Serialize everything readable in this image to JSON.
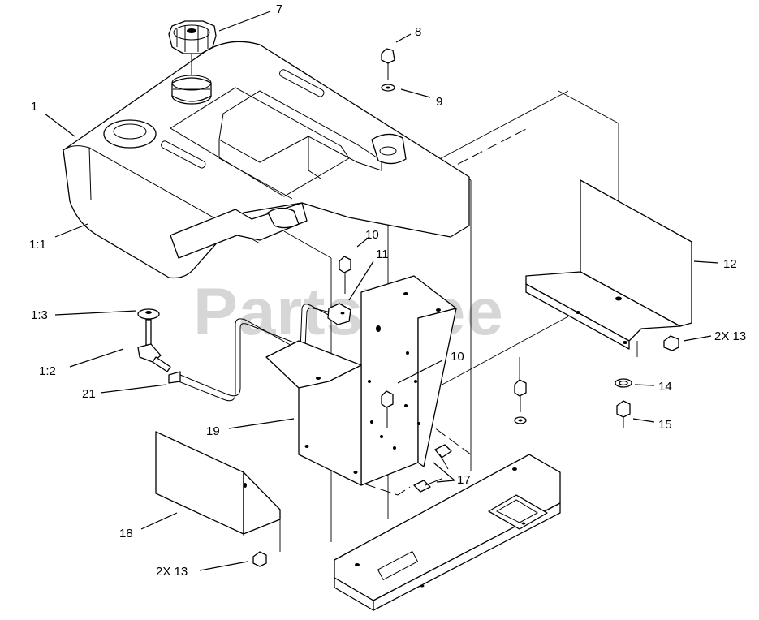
{
  "watermark": {
    "text": "PartsTree",
    "trademark": "TM"
  },
  "callouts": [
    {
      "id": "c7",
      "label": "7"
    },
    {
      "id": "c8",
      "label": "8"
    },
    {
      "id": "c9",
      "label": "9"
    },
    {
      "id": "c1",
      "label": "1"
    },
    {
      "id": "c1-1",
      "label": "1:1"
    },
    {
      "id": "c10a",
      "label": "10"
    },
    {
      "id": "c11",
      "label": "11"
    },
    {
      "id": "c12",
      "label": "12"
    },
    {
      "id": "c2x13a",
      "label": "2X 13"
    },
    {
      "id": "c1-3",
      "label": "1:3"
    },
    {
      "id": "c1-2",
      "label": "1:2"
    },
    {
      "id": "c10b",
      "label": "10"
    },
    {
      "id": "c14",
      "label": "14"
    },
    {
      "id": "c21",
      "label": "21"
    },
    {
      "id": "c15",
      "label": "15"
    },
    {
      "id": "c19",
      "label": "19"
    },
    {
      "id": "c17",
      "label": "17"
    },
    {
      "id": "c18",
      "label": "18"
    },
    {
      "id": "c2x13b",
      "label": "2X 13"
    }
  ]
}
